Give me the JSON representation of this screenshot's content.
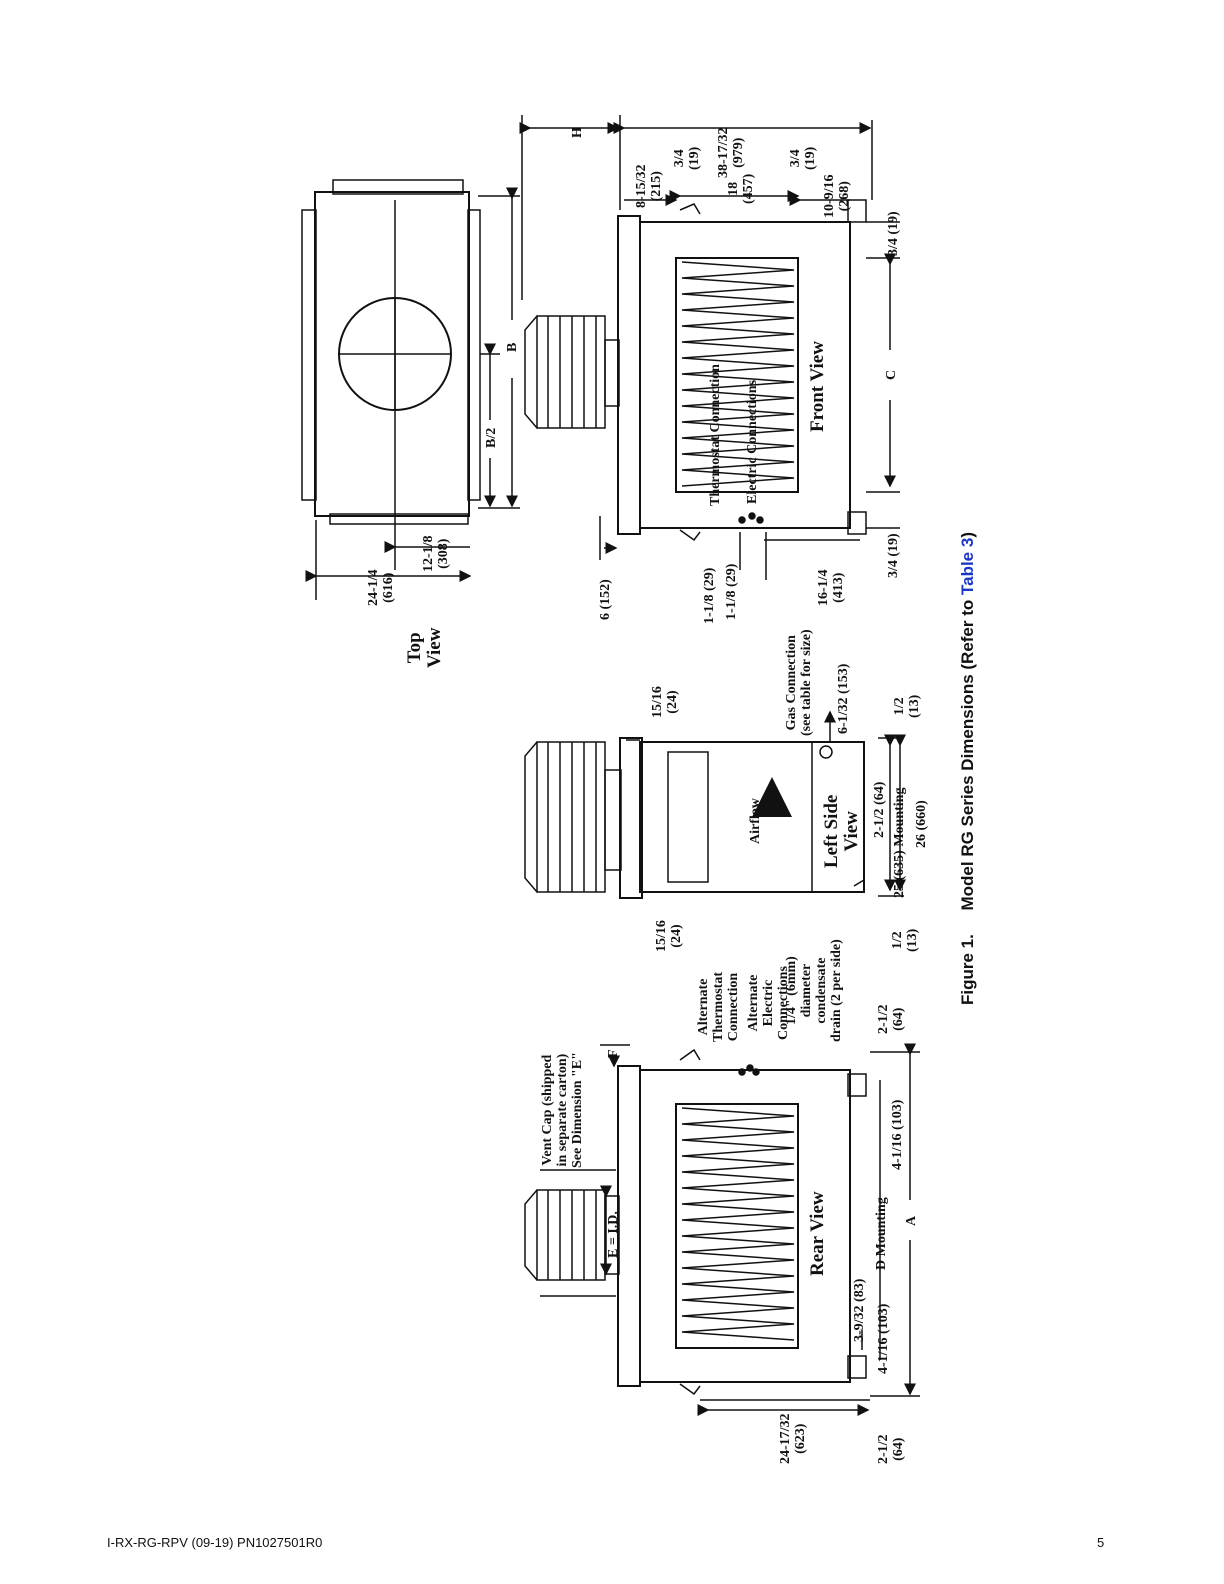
{
  "figure": {
    "number": "Figure 1.",
    "title": "Model RG Series Dimensions (Refer to ",
    "link_text": "Table 3",
    "close": ")"
  },
  "footer": {
    "doc_id": "I-RX-RG-RPV (09-19) PN1027501R0",
    "page": "5"
  },
  "top_view": {
    "title": "Top\nView",
    "dim_24": "24-1/4\n(616)",
    "dim_12": "12-1/8\n(308)",
    "dim_b2": "B/2",
    "dim_b": "B"
  },
  "front_view": {
    "title": "Front View",
    "thermostat": "Thermostat Connection",
    "electric": "Electric Connections",
    "dim_h": "H",
    "dim_8": "8-15/32\n(215)",
    "dim_34a": "3/4\n(19)",
    "dim_18": "18\n(457)",
    "dim_34b": "3/4\n(19)",
    "dim_38": "38-17/32\n(979)",
    "dim_10": "10-9/16\n(268)",
    "dim_34c": "3/4 (19)",
    "dim_c": "C",
    "dim_34d": "3/4 (19)",
    "dim_16": "16-1/4\n(413)",
    "dim_118a": "1-1/8 (29)",
    "dim_118b": "1-1/8 (29)",
    "dim_6": "6 (152)"
  },
  "side_view": {
    "title": "Left Side\nView",
    "airflow": "Airflow",
    "gas": "Gas Connection\n(see table for size)",
    "dim_6132": "6-1/32 (153)",
    "dim_1516a": "15/16\n(24)",
    "dim_12a": "1/2\n(13)",
    "dim_212": "2-1/2 (64)",
    "dim_25": "25 (635) Mounting",
    "dim_26": "26 (660)",
    "dim_1516b": "15/16\n(24)",
    "dim_12b": "1/2\n(13)",
    "drain": "1/4\" (6mm)\ndiameter\ncondensate\ndrain (2 per side)"
  },
  "rear_view": {
    "title": "Rear View",
    "vent_cap": "Vent Cap (shipped\nin separate carton)\nSee Dimension \"E\"",
    "e_id": "E = I.D.",
    "f": "F",
    "alt_thermo": "Alternate\nThermostat\nConnection",
    "alt_elec": "Alternate\nElectric\nConnections",
    "dim_212": "2-1/2\n(64)",
    "dim_4116a": "4-1/16 (103)",
    "d_mount": "D Mounting",
    "dim_a": "A",
    "dim_3932": "3-9/32 (83)",
    "dim_4116b": "4-1/16 (103)",
    "dim_2417": "24-17/32\n(623)",
    "dim_212b": "2-1/2\n(64)"
  }
}
